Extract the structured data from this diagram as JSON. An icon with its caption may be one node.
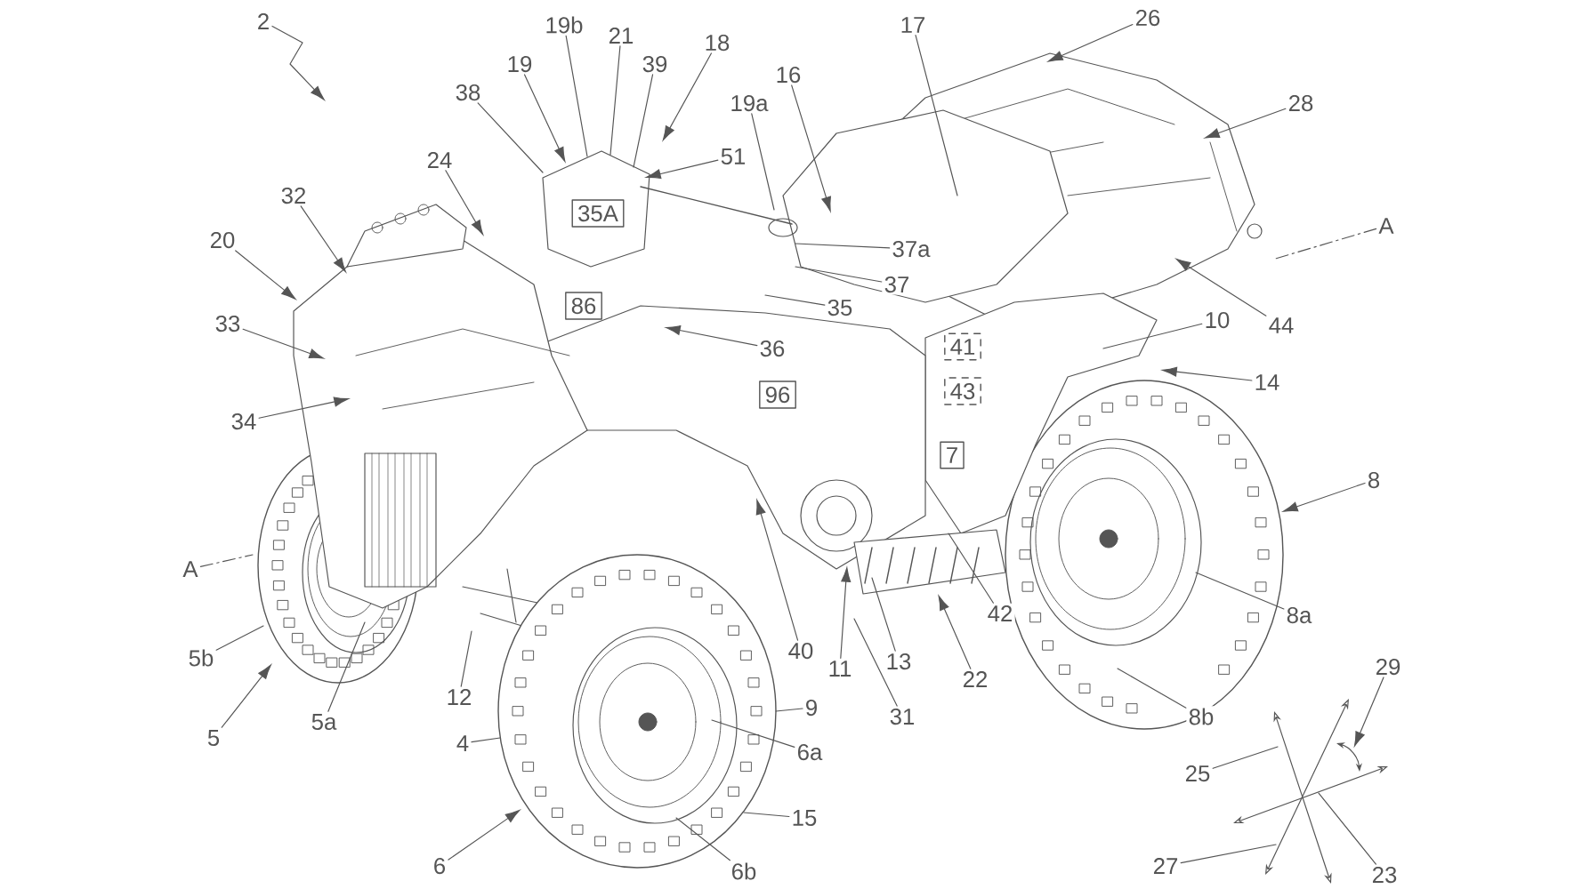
{
  "diagram": {
    "nodes": [
      {
        "text": [
          "2"
        ]
      },
      {
        "text": [
          "19b"
        ]
      },
      {
        "text": [
          "21"
        ]
      },
      {
        "text": [
          "18"
        ]
      },
      {
        "text": [
          "17"
        ]
      },
      {
        "text": [
          "26"
        ]
      },
      {
        "text": [
          "19"
        ]
      },
      {
        "text": [
          "39"
        ]
      },
      {
        "text": [
          "16"
        ]
      },
      {
        "text": [
          "38"
        ]
      },
      {
        "text": [
          "19a"
        ]
      },
      {
        "text": [
          "28"
        ]
      },
      {
        "text": [
          "51"
        ]
      },
      {
        "text": [
          "24"
        ]
      },
      {
        "text": [
          "32"
        ]
      },
      {
        "text": [
          "35A"
        ]
      },
      {
        "text": [
          "A"
        ]
      },
      {
        "text": [
          "20"
        ]
      },
      {
        "text": [
          "37a"
        ]
      },
      {
        "text": [
          "37"
        ]
      },
      {
        "text": [
          "35"
        ]
      },
      {
        "text": [
          "86"
        ]
      },
      {
        "text": [
          "33"
        ]
      },
      {
        "text": [
          "44"
        ]
      },
      {
        "text": [
          "10"
        ]
      },
      {
        "text": [
          "36"
        ]
      },
      {
        "text": [
          "41"
        ]
      },
      {
        "text": [
          "14"
        ]
      },
      {
        "text": [
          "43"
        ]
      },
      {
        "text": [
          "96"
        ]
      },
      {
        "text": [
          "34"
        ]
      },
      {
        "text": [
          "7"
        ]
      },
      {
        "text": [
          "8"
        ]
      },
      {
        "text": [
          "A"
        ]
      },
      {
        "text": [
          "8a"
        ]
      },
      {
        "text": [
          "42"
        ]
      },
      {
        "text": [
          "40"
        ]
      },
      {
        "text": [
          "13"
        ]
      },
      {
        "text": [
          "5b"
        ]
      },
      {
        "text": [
          "11"
        ]
      },
      {
        "text": [
          "22"
        ]
      },
      {
        "text": [
          "29"
        ]
      },
      {
        "text": [
          "12"
        ]
      },
      {
        "text": [
          "9"
        ]
      },
      {
        "text": [
          "31"
        ]
      },
      {
        "text": [
          "8b"
        ]
      },
      {
        "text": [
          "5a"
        ]
      },
      {
        "text": [
          "5"
        ]
      },
      {
        "text": [
          "4"
        ]
      },
      {
        "text": [
          "6a"
        ]
      },
      {
        "text": [
          "25"
        ]
      },
      {
        "text": [
          "15"
        ]
      },
      {
        "text": [
          "6"
        ]
      },
      {
        "text": [
          "6b"
        ]
      },
      {
        "text": [
          "27"
        ]
      },
      {
        "text": [
          "23"
        ]
      },
      {
        "text": [],
        "shape": "arc"
      }
    ],
    "edges": [
      {
        "from": 0,
        "to": null,
        "arrow": "to"
      },
      {
        "from": 1,
        "to": null,
        "arrow": "none"
      },
      {
        "from": 2,
        "to": null,
        "arrow": "none"
      },
      {
        "from": 3,
        "to": null,
        "arrow": "to"
      },
      {
        "from": 4,
        "to": null,
        "arrow": "none"
      },
      {
        "from": 5,
        "to": null,
        "arrow": "to"
      },
      {
        "from": 6,
        "to": null,
        "arrow": "to"
      },
      {
        "from": 7,
        "to": null,
        "arrow": "none"
      },
      {
        "from": 8,
        "to": null,
        "arrow": "to"
      },
      {
        "from": 9,
        "to": null,
        "arrow": "none"
      },
      {
        "from": 10,
        "to": null,
        "arrow": "none"
      },
      {
        "from": 11,
        "to": null,
        "arrow": "to"
      },
      {
        "from": 12,
        "to": null,
        "arrow": "to"
      },
      {
        "from": 13,
        "to": null,
        "arrow": "to"
      },
      {
        "from": 14,
        "to": null,
        "arrow": "to"
      },
      {
        "from": 16,
        "to": null,
        "arrow": "none",
        "style": "dashed"
      },
      {
        "from": 17,
        "to": null,
        "arrow": "to"
      },
      {
        "from": 18,
        "to": null,
        "arrow": "none"
      },
      {
        "from": 19,
        "to": null,
        "arrow": "none"
      },
      {
        "from": 20,
        "to": null,
        "arrow": "none"
      },
      {
        "from": 22,
        "to": null,
        "arrow": "to"
      },
      {
        "from": 23,
        "to": null,
        "arrow": "to"
      },
      {
        "from": 24,
        "to": null,
        "arrow": "none"
      },
      {
        "from": 25,
        "to": null,
        "arrow": "to"
      },
      {
        "from": 27,
        "to": null,
        "arrow": "to"
      },
      {
        "from": 30,
        "to": null,
        "arrow": "to"
      },
      {
        "from": 32,
        "to": null,
        "arrow": "to"
      },
      {
        "from": 33,
        "to": null,
        "arrow": "none",
        "style": "dashed"
      },
      {
        "from": 34,
        "to": null,
        "arrow": "none"
      },
      {
        "from": 35,
        "to": null,
        "arrow": "none"
      },
      {
        "from": 36,
        "to": null,
        "arrow": "to"
      },
      {
        "from": 37,
        "to": null,
        "arrow": "none"
      },
      {
        "from": 38,
        "to": null,
        "arrow": "none"
      },
      {
        "from": 39,
        "to": null,
        "arrow": "to"
      },
      {
        "from": 40,
        "to": null,
        "arrow": "to"
      },
      {
        "from": 41,
        "to": 56,
        "arrow": "to"
      },
      {
        "from": 42,
        "to": null,
        "arrow": "none"
      },
      {
        "from": 43,
        "to": null,
        "arrow": "none"
      },
      {
        "from": 44,
        "to": null,
        "arrow": "none"
      },
      {
        "from": 45,
        "to": null,
        "arrow": "none"
      },
      {
        "from": 46,
        "to": null,
        "arrow": "none"
      },
      {
        "from": 47,
        "to": null,
        "arrow": "to"
      },
      {
        "from": 48,
        "to": null,
        "arrow": "none"
      },
      {
        "from": 49,
        "to": null,
        "arrow": "none"
      },
      {
        "from": 50,
        "to": null,
        "arrow": "none"
      },
      {
        "from": 51,
        "to": null,
        "arrow": "none"
      },
      {
        "from": 52,
        "to": null,
        "arrow": "to"
      },
      {
        "from": 53,
        "to": null,
        "arrow": "none"
      },
      {
        "from": 54,
        "to": null,
        "arrow": "none"
      },
      {
        "from": 55,
        "to": null,
        "arrow": "none"
      }
    ]
  }
}
